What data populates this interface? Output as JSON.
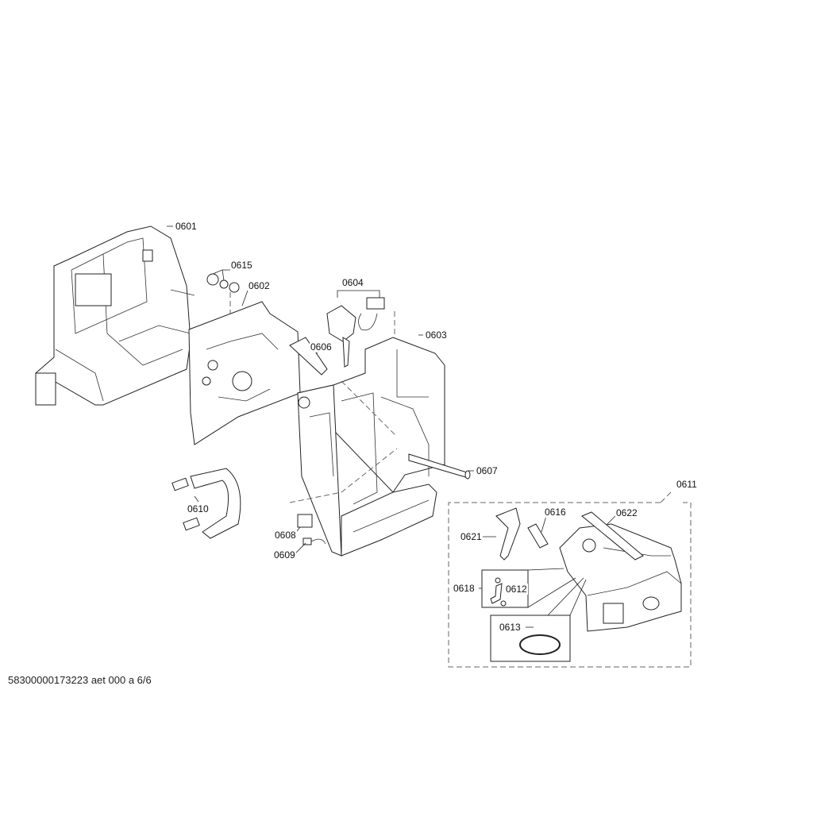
{
  "labels": {
    "p0601": "0601",
    "p0615": "0615",
    "p0602": "0602",
    "p0604": "0604",
    "p0606": "0606",
    "p0603": "0603",
    "p0607": "0607",
    "p0611": "0611",
    "p0616": "0616",
    "p0622": "0622",
    "p0621": "0621",
    "p0610": "0610",
    "p0608": "0608",
    "p0609": "0609",
    "p0618": "0618",
    "p0612": "0612",
    "p0613": "0613"
  },
  "footer": "58300000173223 aet 000 a 6/6"
}
